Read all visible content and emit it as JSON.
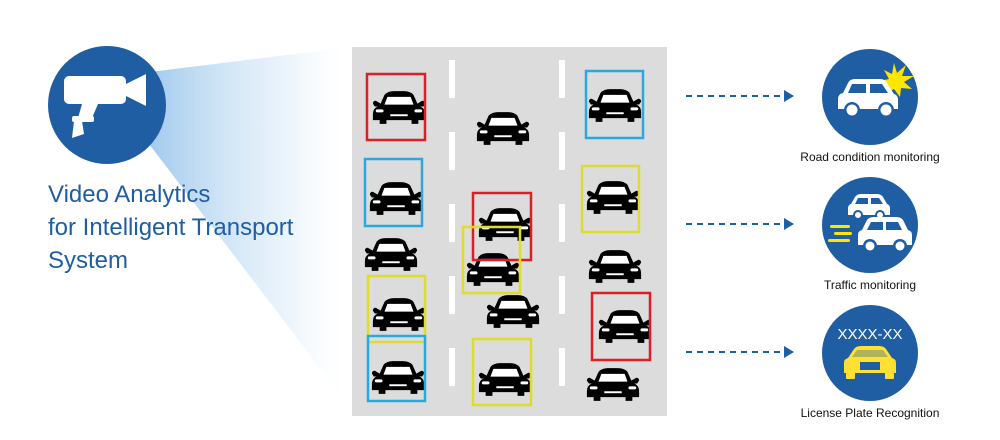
{
  "title_lines": [
    "Video Analytics",
    "for Intelligent Transport",
    "System"
  ],
  "plate_text": "XXXX-XX",
  "features": [
    {
      "label": "Road condition monitoring",
      "icon": "car-crash-icon"
    },
    {
      "label": "Traffic monitoring",
      "icon": "traffic-icon"
    },
    {
      "label": "License Plate Recognition",
      "icon": "license-plate-icon"
    }
  ],
  "colors": {
    "primary_blue": "#1f5ea3",
    "road_gray": "#dcdcdc",
    "box_red": "#d92027",
    "box_blue": "#2ba8e0",
    "box_yellow": "#dedd2b",
    "burst_yellow": "#ffe600",
    "plate_yellow": "#ffe033"
  }
}
